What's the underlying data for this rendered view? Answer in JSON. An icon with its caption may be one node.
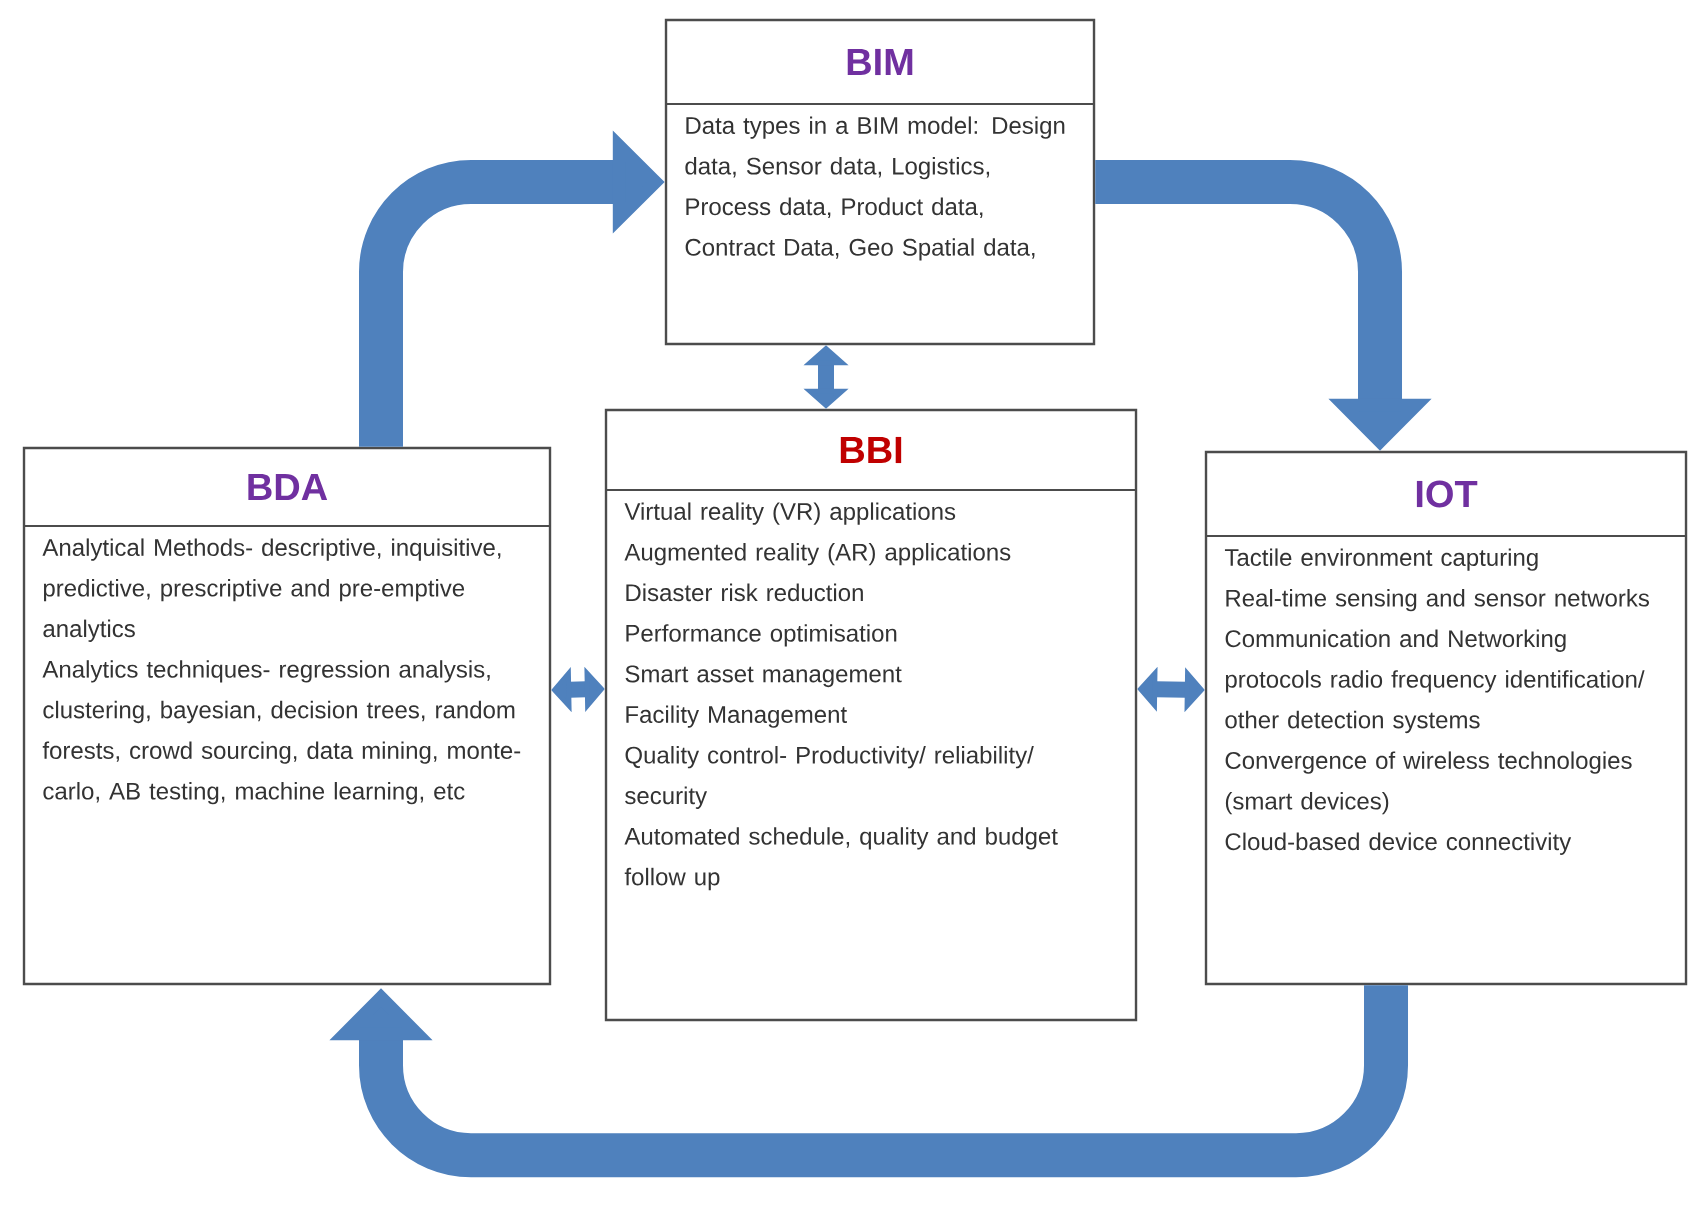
{
  "diagram": {
    "nodes": [
      {
        "text": [
          "BIM",
          "Data types in a BIM model: Design data, Sensor data, Logistics, Process data, Product data, Contract Data, Geo Spatial data,"
        ]
      },
      {
        "text": [
          "BBI",
          "Virtual reality (VR) applications",
          "Augmented reality (AR) applications",
          "Disaster risk reduction",
          "Performance optimisation",
          "Smart asset management",
          "Facility Management",
          "Quality control- Productivity/ reliability/ security",
          "Automated schedule, quality and budget follow up"
        ]
      },
      {
        "text": [
          "BDA",
          "Analytical Methods- descriptive, inquisitive, predictive, prescriptive and pre-emptive analytics",
          "Analytics techniques- regression analysis, clustering, bayesian, decision trees, random forests, crowd sourcing, data mining, monte-carlo, AB testing, machine learning, etc"
        ]
      },
      {
        "text": [
          "IOT",
          "Tactile environment capturing",
          "Real-time sensing and sensor networks",
          "Communication and Networking protocols radio frequency identification/ other detection systems",
          "Convergence of wireless technologies (smart devices)",
          "Cloud-based device connectivity"
        ]
      }
    ],
    "edges": [
      {
        "from": 2,
        "to": 0,
        "arrow": "to",
        "style": "thick"
      },
      {
        "from": 0,
        "to": 3,
        "arrow": "to",
        "style": "thick"
      },
      {
        "from": 3,
        "to": 2,
        "arrow": "to",
        "style": "thick"
      },
      {
        "from": 0,
        "to": 1,
        "arrow": "both"
      },
      {
        "from": 2,
        "to": 1,
        "arrow": "both"
      },
      {
        "from": 1,
        "to": 3,
        "arrow": "both"
      }
    ]
  }
}
